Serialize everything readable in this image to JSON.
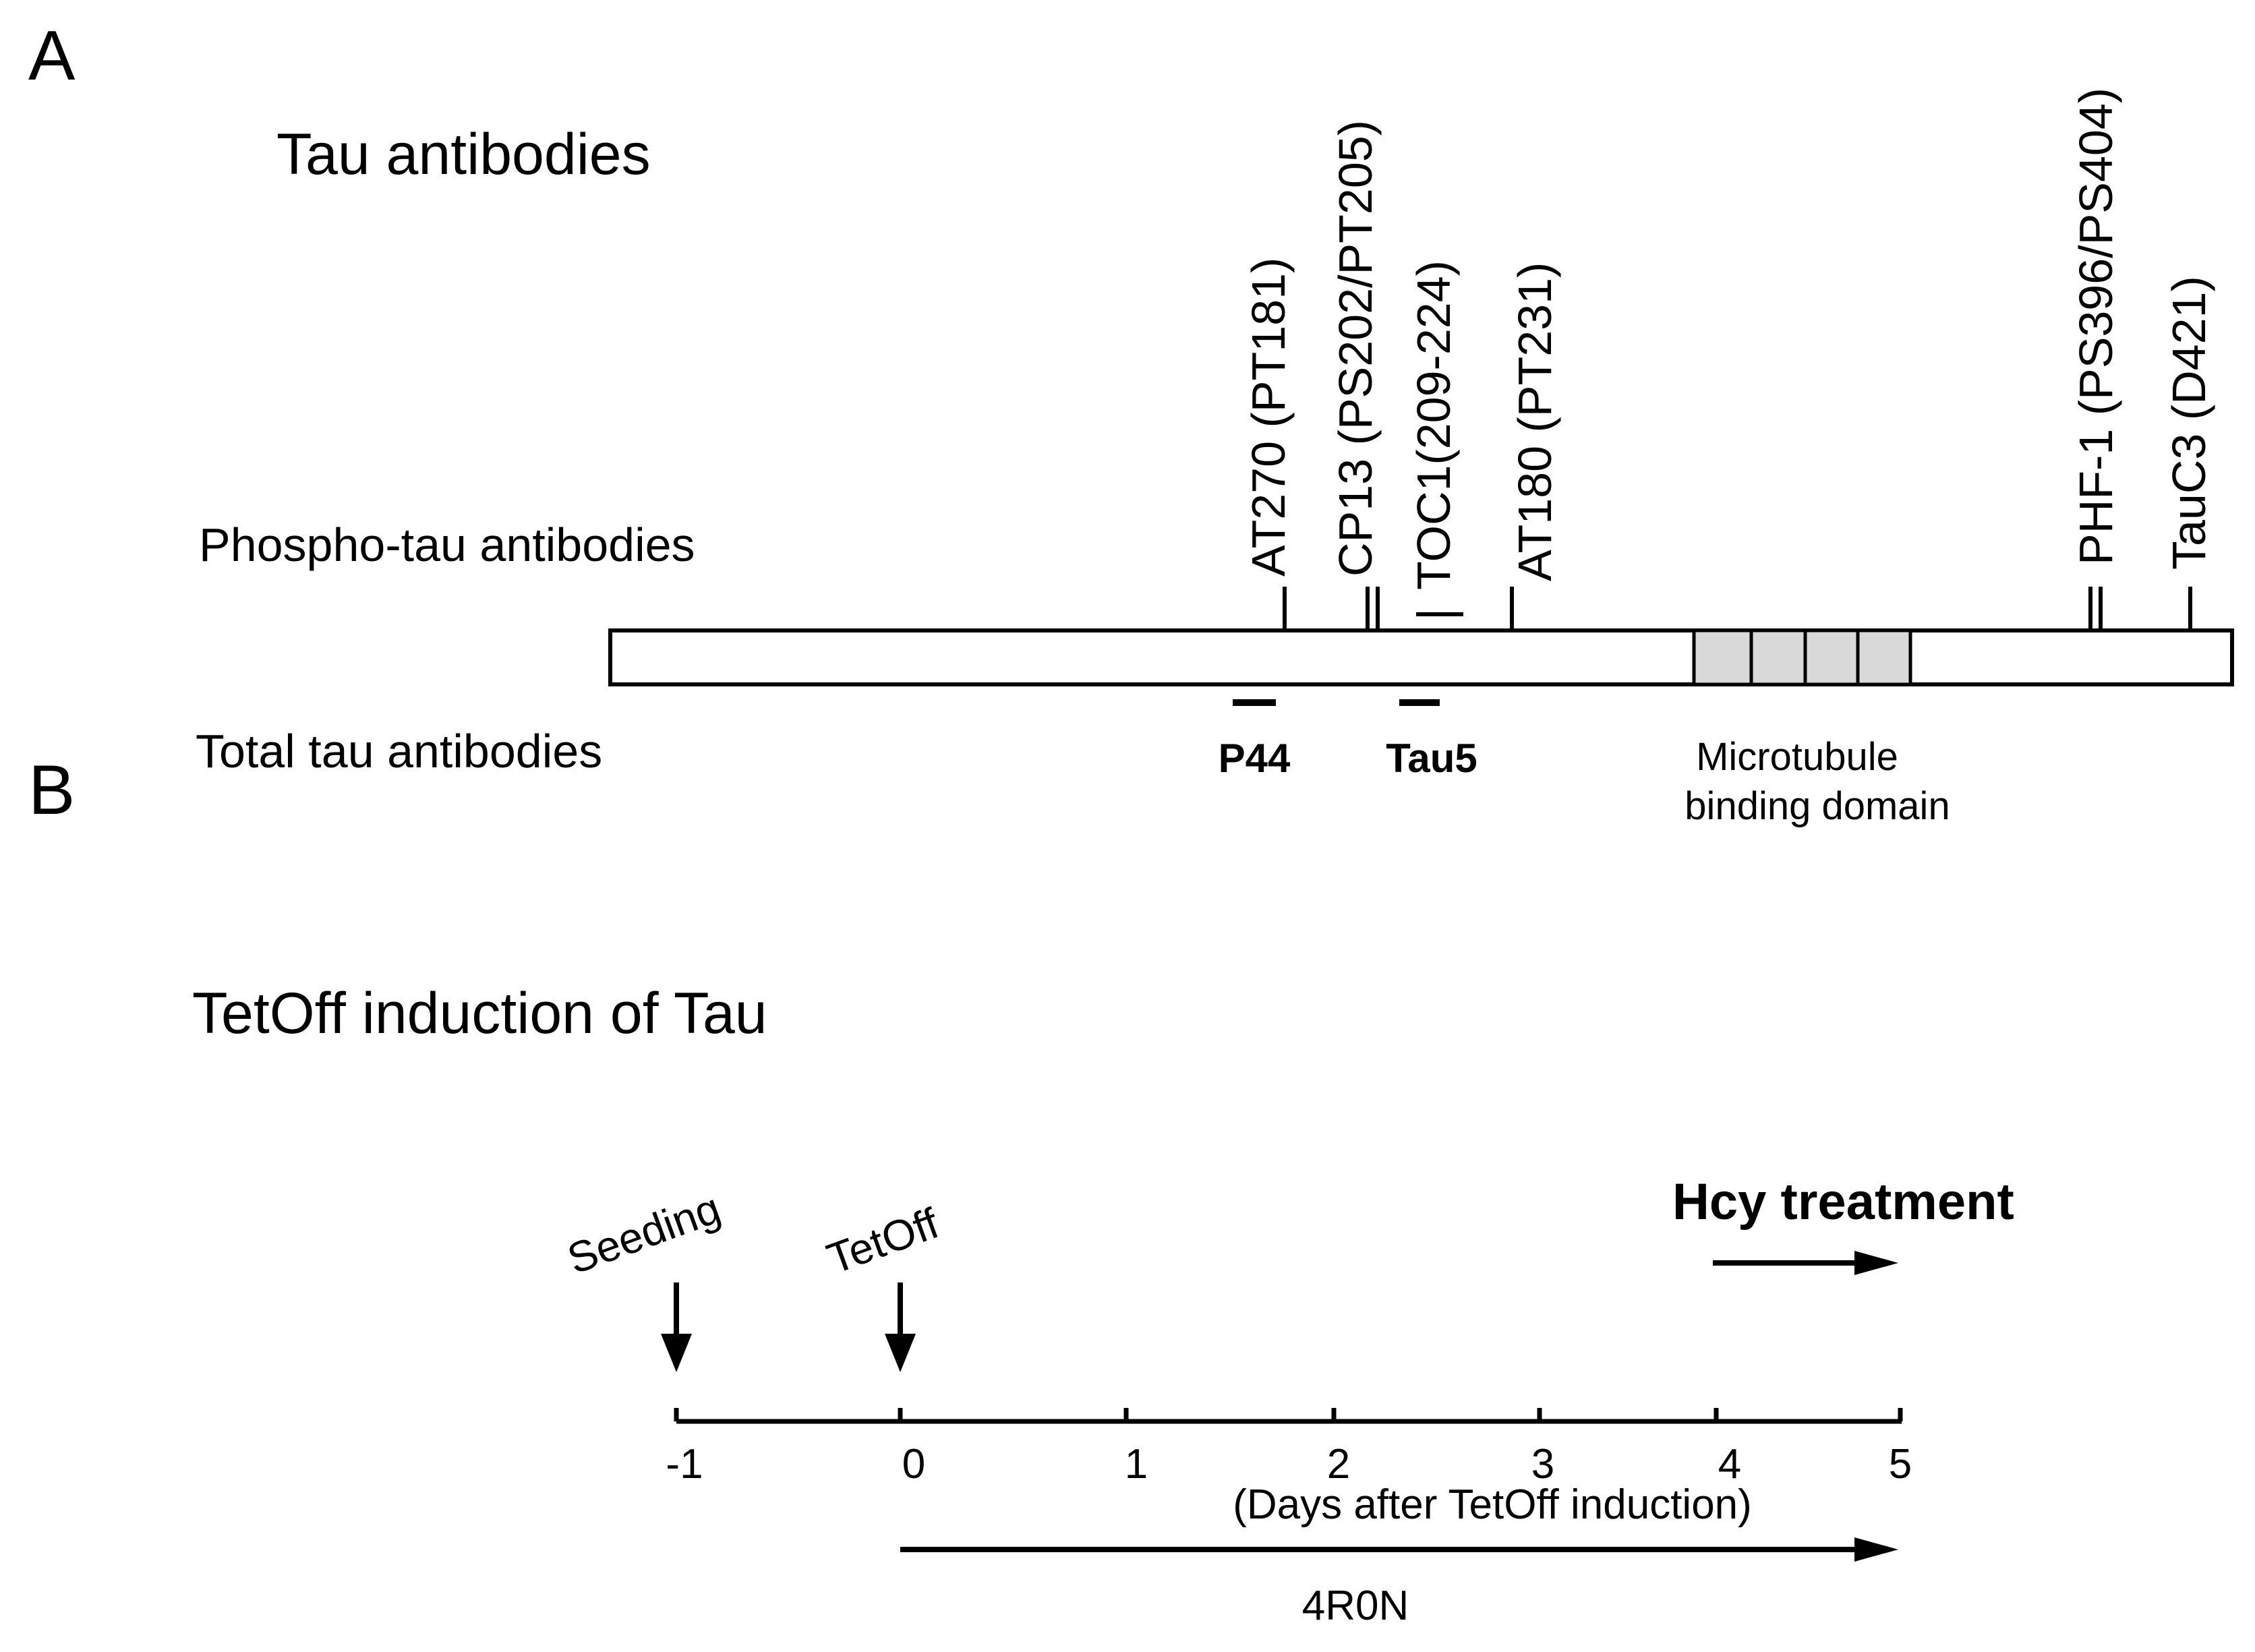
{
  "panel_a": {
    "panel_label": "A",
    "title": "Tau antibodies",
    "phospho_label": "Phospho-tau antibodies",
    "total_label": "Total tau antibodies",
    "phospho_antibodies": [
      "AT270 (PT181)",
      "CP13 (PS202/PT205)",
      "TOC1(209-224)",
      "AT180 (PT231)",
      "PHF-1 (PS396/PS404)",
      "TauC3 (D421)"
    ],
    "total_antibodies": [
      "P44",
      "Tau5"
    ],
    "domain_label_line1": "Microtubule",
    "domain_label_line2": "binding domain",
    "colors": {
      "domain_fill": "#d9d9d9",
      "stroke": "#000000"
    }
  },
  "panel_b": {
    "panel_label": "B",
    "title": "TetOff induction of Tau",
    "events": [
      "Seeding",
      "TetOff"
    ],
    "treatment_label": "Hcy treatment",
    "ticks": [
      "-1",
      "0",
      "1",
      "2",
      "3",
      "4",
      "5"
    ],
    "axis_caption": "(Days after TetOff induction)",
    "construct_label": "4R0N"
  }
}
